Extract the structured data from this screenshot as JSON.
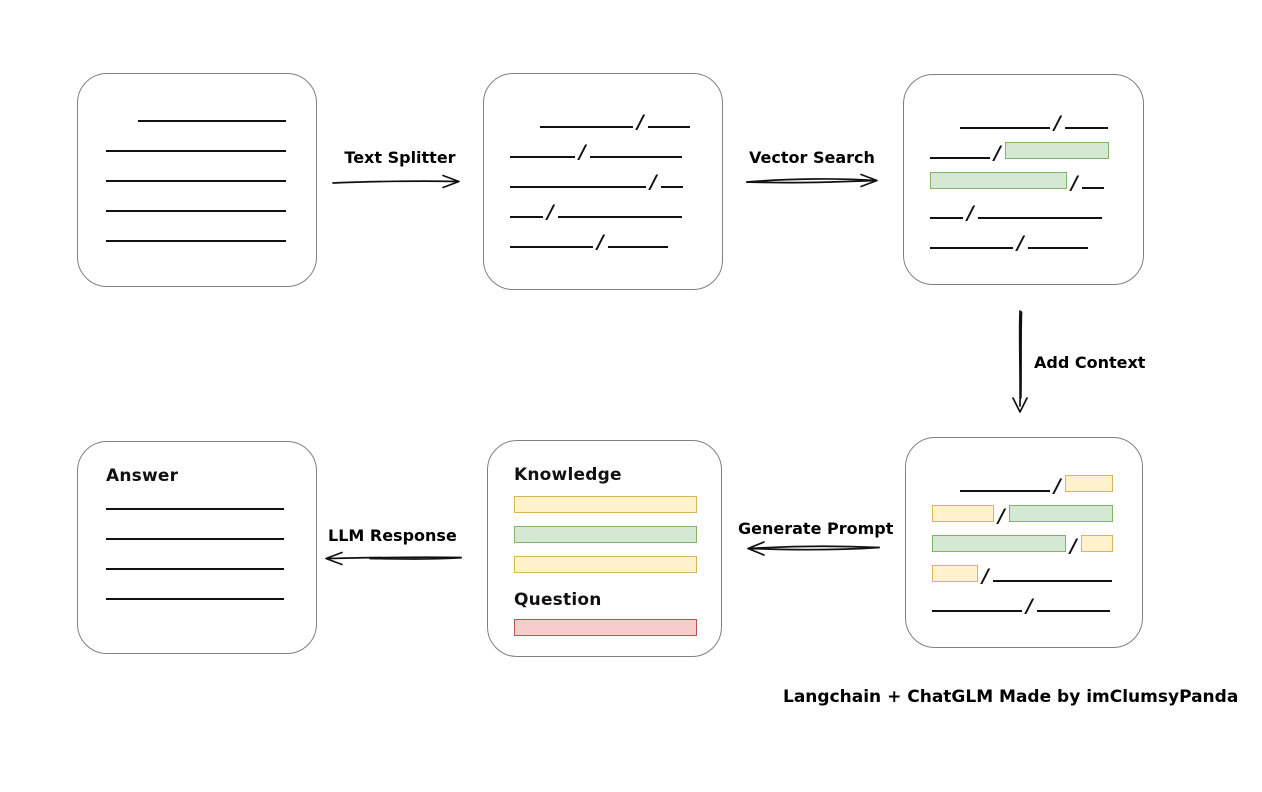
{
  "caption": "Langchain + ChatGLM Made by imClumsyPanda",
  "slash_char": "/",
  "colors": {
    "green_fill": "#d5e8d4",
    "green_border": "#82b366",
    "yellow_fill": "#fff2cc",
    "yellow_border": "#d6b656",
    "red_fill": "#f8cecc",
    "red_border": "#b85450",
    "box_border": "#808080",
    "stroke": "#111111"
  },
  "arrows": {
    "text_splitter": {
      "label": "Text Splitter",
      "direction": "right"
    },
    "vector_search": {
      "label": "Vector Search",
      "direction": "right"
    },
    "add_context": {
      "label": "Add Context",
      "direction": "down"
    },
    "generate_prompt": {
      "label": "Generate Prompt",
      "direction": "left"
    },
    "llm_response": {
      "label": "LLM Response",
      "direction": "left"
    }
  },
  "boxes": {
    "document": {
      "lines": [
        {
          "w": 148,
          "indent": 32
        },
        {
          "w": 180,
          "indent": 0
        },
        {
          "w": 180,
          "indent": 0
        },
        {
          "w": 180,
          "indent": 0
        },
        {
          "w": 180,
          "indent": 0
        }
      ]
    },
    "chunks": {
      "rows": [
        {
          "indent": 30,
          "segs": [
            {
              "t": "line",
              "w": 93
            },
            {
              "t": "line",
              "w": 42
            }
          ]
        },
        {
          "indent": 0,
          "segs": [
            {
              "t": "line",
              "w": 65
            },
            {
              "t": "line",
              "w": 92
            }
          ]
        },
        {
          "indent": 0,
          "segs": [
            {
              "t": "line",
              "w": 136
            },
            {
              "t": "line",
              "w": 22
            }
          ]
        },
        {
          "indent": 0,
          "segs": [
            {
              "t": "line",
              "w": 33
            },
            {
              "t": "line",
              "w": 124
            }
          ]
        },
        {
          "indent": 0,
          "segs": [
            {
              "t": "line",
              "w": 83
            },
            {
              "t": "line",
              "w": 60
            }
          ]
        }
      ]
    },
    "search_results": {
      "rows": [
        {
          "indent": 30,
          "segs": [
            {
              "t": "line",
              "w": 90
            },
            {
              "t": "line",
              "w": 43
            }
          ]
        },
        {
          "indent": 0,
          "segs": [
            {
              "t": "line",
              "w": 60
            },
            {
              "t": "green",
              "w": 104
            }
          ]
        },
        {
          "indent": 0,
          "segs": [
            {
              "t": "green",
              "w": 137
            },
            {
              "t": "line",
              "w": 22
            }
          ]
        },
        {
          "indent": 0,
          "segs": [
            {
              "t": "line",
              "w": 33
            },
            {
              "t": "line",
              "w": 124
            }
          ]
        },
        {
          "indent": 0,
          "segs": [
            {
              "t": "line",
              "w": 83
            },
            {
              "t": "line",
              "w": 60
            }
          ]
        }
      ]
    },
    "context": {
      "rows": [
        {
          "indent": 28,
          "segs": [
            {
              "t": "line",
              "w": 90
            },
            {
              "t": "yellow",
              "w": 48
            }
          ]
        },
        {
          "indent": 0,
          "segs": [
            {
              "t": "yellow",
              "w": 62
            },
            {
              "t": "green",
              "w": 104
            }
          ]
        },
        {
          "indent": 0,
          "segs": [
            {
              "t": "green",
              "w": 134
            },
            {
              "t": "yellow",
              "w": 32
            }
          ]
        },
        {
          "indent": 0,
          "segs": [
            {
              "t": "yellow",
              "w": 46
            },
            {
              "t": "line",
              "w": 119
            }
          ]
        },
        {
          "indent": 0,
          "segs": [
            {
              "t": "line",
              "w": 90
            },
            {
              "t": "line",
              "w": 73
            }
          ]
        }
      ]
    },
    "prompt": {
      "knowledge_label": "Knowledge",
      "question_label": "Question",
      "knowledge_bars": [
        {
          "t": "yellow",
          "w": 183
        },
        {
          "t": "green",
          "w": 183
        },
        {
          "t": "yellow",
          "w": 183
        }
      ],
      "question_bars": [
        {
          "t": "red",
          "w": 183
        }
      ]
    },
    "answer": {
      "label": "Answer",
      "lines": [
        {
          "w": 178,
          "indent": 0
        },
        {
          "w": 178,
          "indent": 0
        },
        {
          "w": 178,
          "indent": 0
        },
        {
          "w": 178,
          "indent": 0
        }
      ]
    }
  }
}
